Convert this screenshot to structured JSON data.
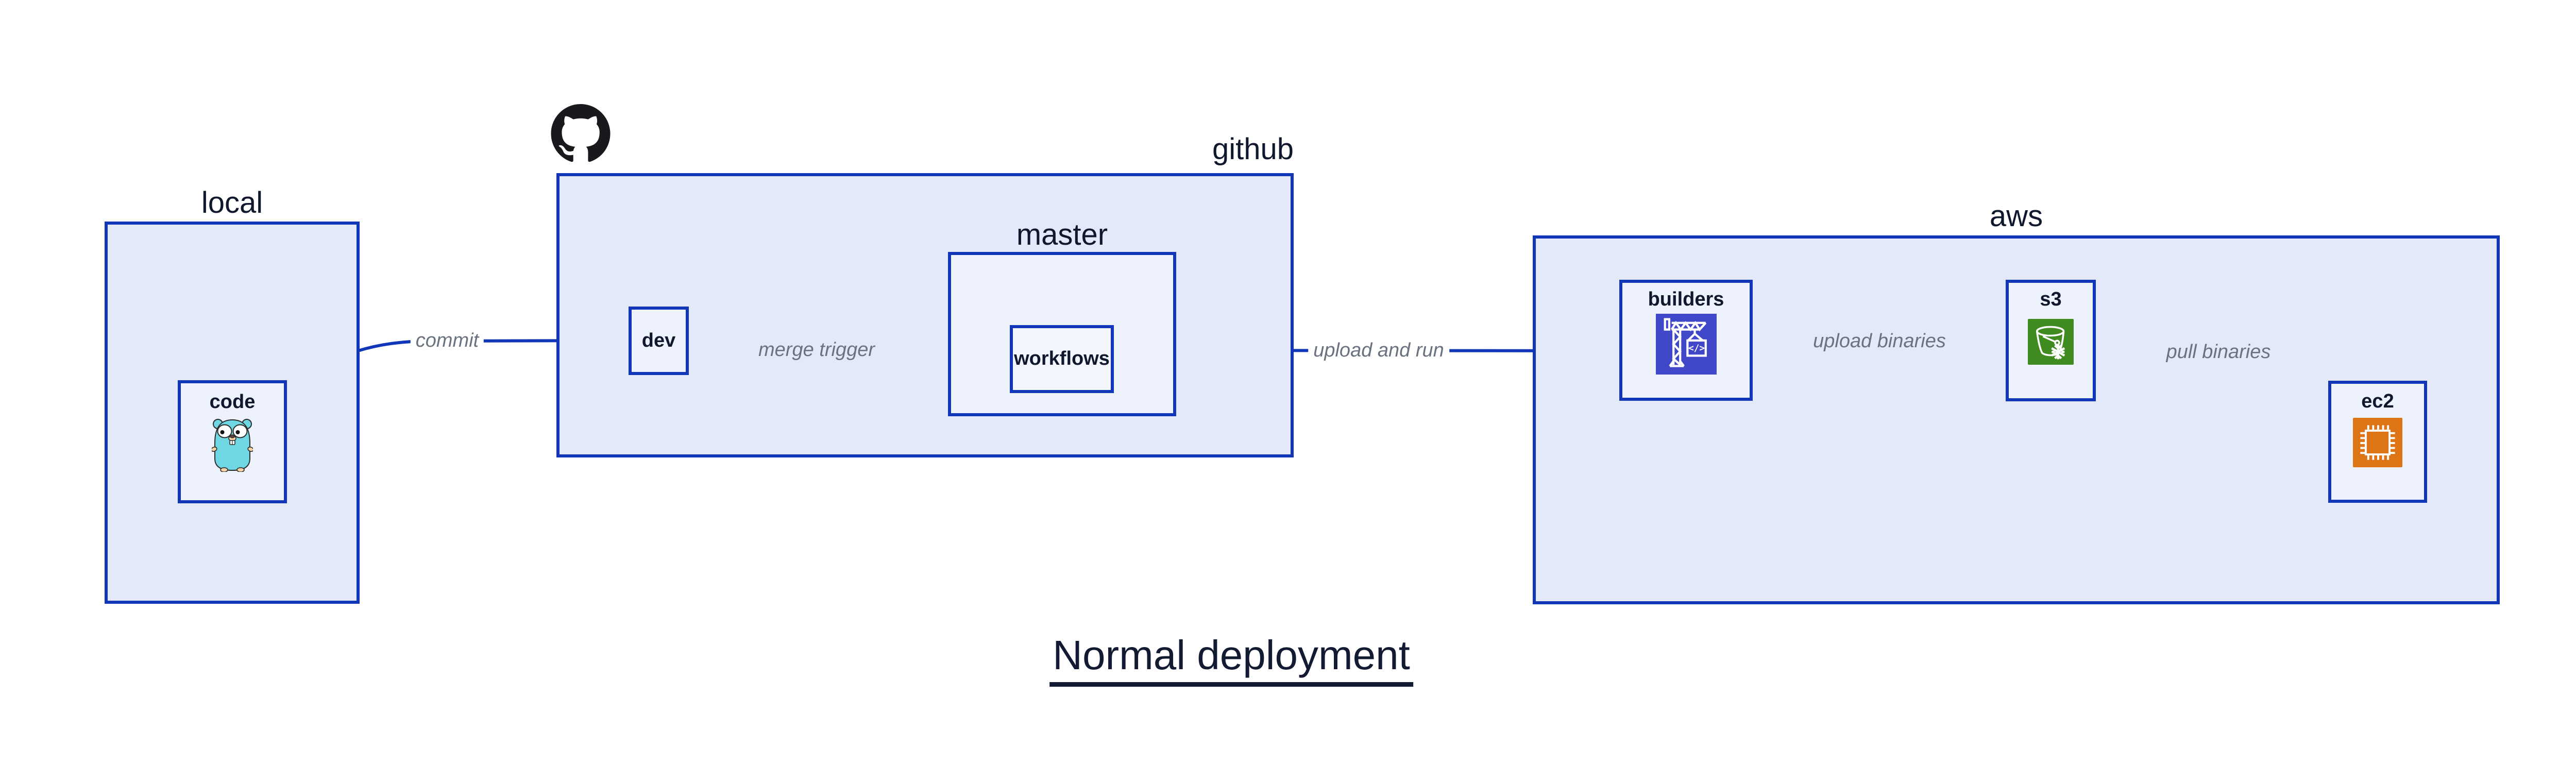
{
  "title": "Normal deployment",
  "containers": {
    "local": {
      "label": "local"
    },
    "github": {
      "label": "github"
    },
    "master": {
      "label": "master"
    },
    "aws": {
      "label": "aws"
    }
  },
  "nodes": {
    "code": {
      "label": "code",
      "icon": "go-gopher-icon"
    },
    "dev": {
      "label": "dev"
    },
    "workflows": {
      "label": "workflows"
    },
    "builders": {
      "label": "builders",
      "icon": "codebuild-crane-icon"
    },
    "s3": {
      "label": "s3",
      "icon": "s3-bucket-icon"
    },
    "ec2": {
      "label": "ec2",
      "icon": "ec2-chip-icon"
    }
  },
  "edges": [
    {
      "from": "code",
      "to": "dev",
      "label": "commit"
    },
    {
      "from": "dev",
      "to": "workflows",
      "label": "merge trigger"
    },
    {
      "from": "workflows",
      "to": "builders",
      "label": "upload and run"
    },
    {
      "from": "builders",
      "to": "s3",
      "label": "upload binaries"
    },
    {
      "from": "s3",
      "to": "ec2",
      "label": "pull binaries"
    }
  ],
  "icons": {
    "codebuild_symbol": "</>"
  },
  "colors": {
    "line_blue": "#1136b8",
    "container_fill": "#e3e9f9",
    "node_fill": "#eef2fc",
    "text_navy": "#10182d",
    "edge_label_gray": "#6a7280",
    "codebuild_bg": "#4147c9",
    "s3_bg": "#3f8b20",
    "ec2_bg": "#dd7416",
    "gopher_teal": "#6fd7e3",
    "octocat_black": "#17191d"
  }
}
